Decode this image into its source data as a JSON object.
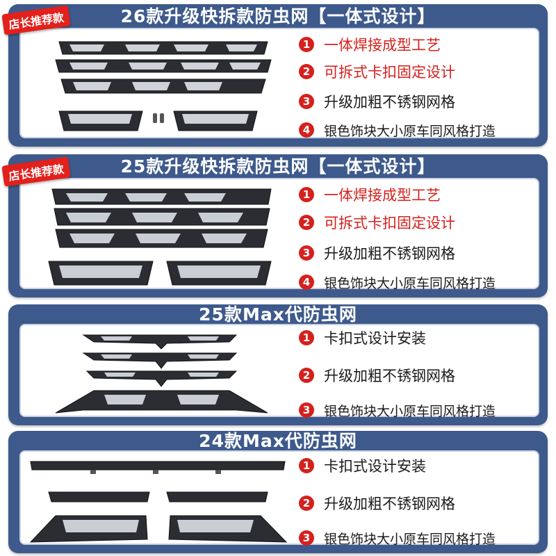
{
  "colors": {
    "panel_bg": "#3e5a8c",
    "badge_red": "#e3201b",
    "num_red": "#d5211d",
    "text_red": "#d5211d",
    "text_dark": "#1a1a1a"
  },
  "badge": {
    "label": "店长推荐款"
  },
  "panels": [
    {
      "title": "26款升级快拆款防虫网【一体式设计】",
      "features": [
        {
          "num": "1",
          "text": "一体焊接成型工艺"
        },
        {
          "num": "2",
          "text": "可拆式卡扣固定设计"
        },
        {
          "num": "3",
          "text": "升级加粗不锈钢网格"
        },
        {
          "num": "4",
          "text": "银色饰块大小原车同风格打造"
        }
      ]
    },
    {
      "title": "25款升级快拆款防虫网【一体式设计】",
      "features": [
        {
          "num": "1",
          "text": "一体焊接成型工艺"
        },
        {
          "num": "2",
          "text": "可拆式卡扣固定设计"
        },
        {
          "num": "3",
          "text": "升级加粗不锈钢网格"
        },
        {
          "num": "4",
          "text": "银色饰块大小原车同风格打造"
        }
      ]
    },
    {
      "title": "25款Max代防虫网",
      "features": [
        {
          "num": "1",
          "text": "卡扣式设计安装"
        },
        {
          "num": "2",
          "text": "升级加粗不锈钢网格"
        },
        {
          "num": "3",
          "text": "银色饰块大小原车同风格打造"
        }
      ]
    },
    {
      "title": "24款Max代防虫网",
      "features": [
        {
          "num": "1",
          "text": "卡扣式设计安装"
        },
        {
          "num": "2",
          "text": "升级加粗不锈钢网格"
        },
        {
          "num": "3",
          "text": "银色饰块大小原车同风格打造"
        }
      ]
    }
  ]
}
